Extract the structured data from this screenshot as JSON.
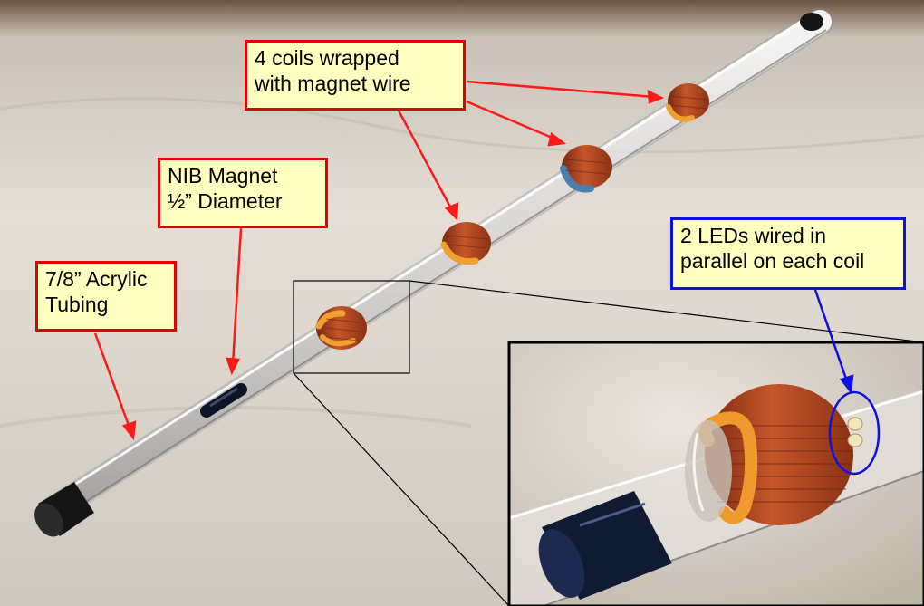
{
  "colors": {
    "red_callout": "#e00000",
    "blue_callout": "#1010e0",
    "callout_fill": "#ffffc0",
    "copper": "#b4481c",
    "orange_band": "#ee9a2c",
    "blue_band": "#4a7fb0"
  },
  "callouts": {
    "coils": [
      "4 coils wrapped",
      "with magnet wire"
    ],
    "magnet": [
      "NIB Magnet",
      "½” Diameter"
    ],
    "tubing": [
      "7/8” Acrylic",
      "Tubing"
    ],
    "leds": [
      "2 LEDs wired in",
      "parallel on each coil"
    ]
  }
}
